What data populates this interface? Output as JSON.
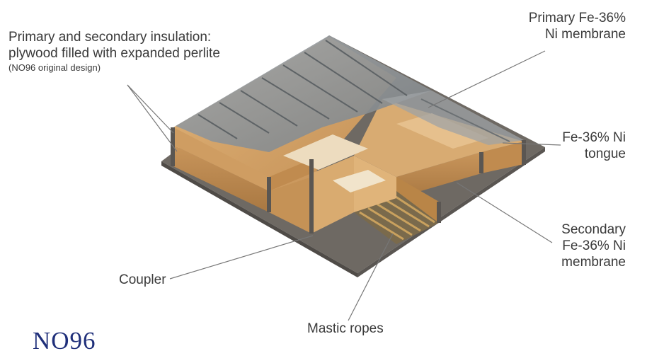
{
  "labels": {
    "insulation": {
      "line1": "Primary and secondary insulation:",
      "line2": "plywood filled with expanded perlite",
      "line3": "(NO96 original design)"
    },
    "primary_membrane": {
      "line1": "Primary Fe-36%",
      "line2": "Ni membrane"
    },
    "tongue": {
      "line1": "Fe-36% Ni",
      "line2": "tongue"
    },
    "secondary_membrane": {
      "line1": "Secondary",
      "line2": "Fe-36% Ni",
      "line3": "membrane"
    },
    "coupler": "Coupler",
    "mastic": "Mastic ropes"
  },
  "caption": "NO96",
  "colors": {
    "caption": "#1f2f7a",
    "label_text": "#3a3a3a",
    "plywood": "#d4a46a",
    "membrane": "#8e9396",
    "base": "#6b6660"
  }
}
